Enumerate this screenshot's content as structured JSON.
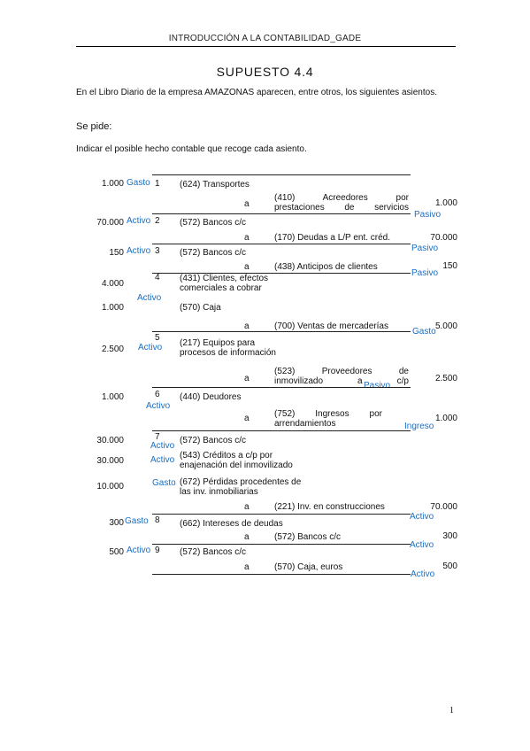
{
  "header": "INTRODUCCIÓN A LA CONTABILIDAD_GADE",
  "title": "SUPUESTO 4.4",
  "intro": "En el Libro Diario de la empresa AMAZONAS aparecen, entre otros, los siguientes asientos.",
  "se_pide": "Se pide:",
  "instruction": "Indicar el posible hecho contable que recoge cada asiento.",
  "entries": [
    {
      "num": "1",
      "debit": [
        {
          "amount": "1.000",
          "tag": "Gasto",
          "account": "(624) Transportes"
        }
      ],
      "credit": [
        {
          "a": "a",
          "account": "(410) Acreedores por prestaciones de servicios",
          "amount": "1.000",
          "tag": "Pasivo"
        }
      ]
    },
    {
      "num": "2",
      "debit": [
        {
          "amount": "70.000",
          "tag": "Activo",
          "account": "(572) Bancos c/c"
        }
      ],
      "credit": [
        {
          "a": "a",
          "account": "(170) Deudas a L/P ent. créd.",
          "amount": "70.000",
          "tag": "Pasivo"
        }
      ]
    },
    {
      "num": "3",
      "debit": [
        {
          "amount": "150",
          "tag": "Activo",
          "account": "(572) Bancos c/c"
        }
      ],
      "credit": [
        {
          "a": "a",
          "account": "(438) Anticipos de clientes",
          "amount": "150",
          "tag": "Pasivo"
        }
      ]
    },
    {
      "num": "4",
      "debit": [
        {
          "amount": "4.000",
          "tag": "Activo",
          "account": "(431) Clientes, efectos comerciales a cobrar"
        },
        {
          "amount": "1.000",
          "account": "(570) Caja"
        }
      ],
      "credit": [
        {
          "a": "a",
          "account": "(700) Ventas de mercaderías",
          "amount": "5.000",
          "tag": "Gasto"
        }
      ]
    },
    {
      "num": "5",
      "debit": [
        {
          "amount": "2.500",
          "tag": "Activo",
          "account": "(217) Equipos para procesos de información"
        }
      ],
      "credit": [
        {
          "a": "a",
          "account": "(523) Proveedores de inmovilizado a c/p",
          "amount": "2.500",
          "tag": "Pasivo"
        }
      ]
    },
    {
      "num": "6",
      "debit": [
        {
          "amount": "1.000",
          "tag": "Activo",
          "account": "(440) Deudores"
        }
      ],
      "credit": [
        {
          "a": "a",
          "account": "(752) Ingresos por arrendamientos",
          "amount": "1.000",
          "tag": "Ingreso"
        }
      ]
    },
    {
      "num": "7",
      "debit": [
        {
          "amount": "30.000",
          "tag": "Activo",
          "account": "(572) Bancos c/c"
        },
        {
          "amount": "30.000",
          "tag": "Activo",
          "account": "(543) Créditos a c/p por enajenación del inmovilizado"
        },
        {
          "amount": "10.000",
          "tag": "Gasto",
          "account": "(672) Pérdidas procedentes de las inv. inmobiliarias"
        }
      ],
      "credit": [
        {
          "a": "a",
          "account": "(221) Inv. en construcciones",
          "amount": "70.000",
          "tag": "Activo"
        }
      ]
    },
    {
      "num": "8",
      "debit": [
        {
          "amount": "300",
          "tag": "Gasto",
          "account": "(662) Intereses de deudas"
        }
      ],
      "credit": [
        {
          "a": "a",
          "account": "(572) Bancos c/c",
          "amount": "300",
          "tag": "Activo"
        }
      ]
    },
    {
      "num": "9",
      "debit": [
        {
          "amount": "500",
          "tag": "Activo",
          "account": "(572) Bancos c/c"
        }
      ],
      "credit": [
        {
          "a": "a",
          "account": "(570) Caja, euros",
          "amount": "500",
          "tag": "Activo"
        }
      ]
    }
  ],
  "page_number": "1",
  "colors": {
    "text": "#111111",
    "annotation": "#1a6fc4",
    "background": "#ffffff"
  }
}
